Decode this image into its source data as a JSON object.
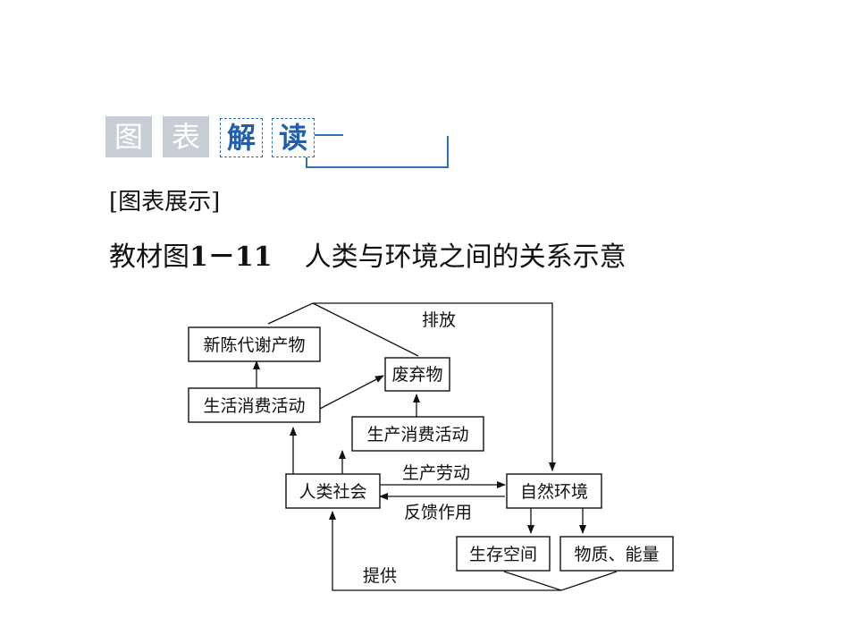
{
  "header": {
    "chars": [
      "图",
      "表",
      "解",
      "读"
    ]
  },
  "section_label": "[图表展示]",
  "caption": {
    "prefix": "教材图",
    "number": "1－11",
    "title": "人类与环境之间的关系示意"
  },
  "diagram": {
    "nodes": {
      "metabolites": "新陈代谢产物",
      "living_activity": "生活消费活动",
      "waste": "废弃物",
      "production_activity": "生产消费活动",
      "human_society": "人类社会",
      "natural_env": "自然环境",
      "living_space": "生存空间",
      "matter_energy": "物质、能量"
    },
    "edge_labels": {
      "emission": "排放",
      "labor": "生产劳动",
      "feedback": "反馈作用",
      "provide": "提供"
    }
  }
}
